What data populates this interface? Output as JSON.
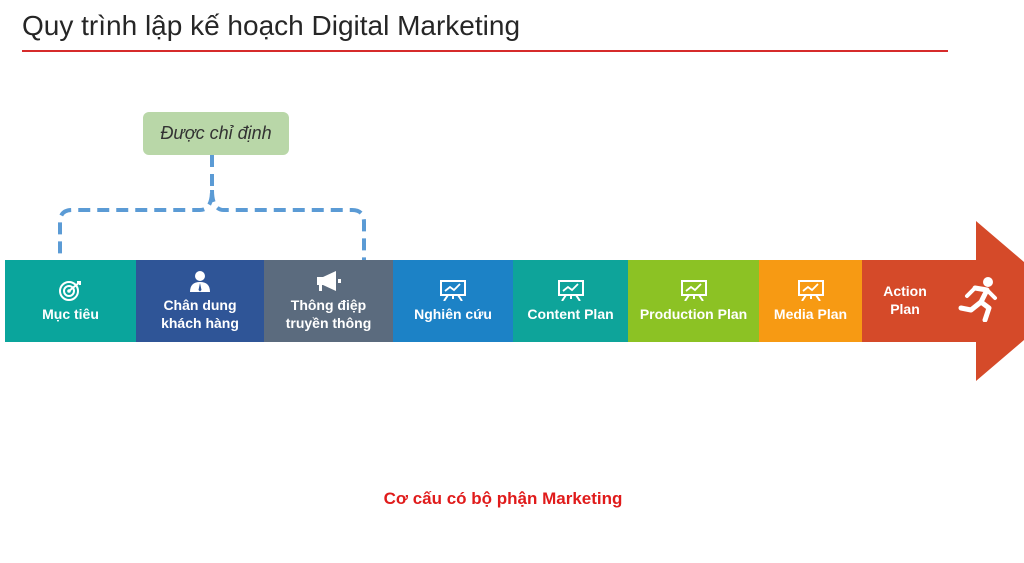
{
  "title": "Quy trình lập kế hoạch Digital Marketing",
  "callout": "Được chỉ định",
  "steps": [
    {
      "label": "Mục tiêu",
      "icon": "target-icon",
      "color": "#0aa59c"
    },
    {
      "label": "Chân dung\nkhách hàng",
      "icon": "person-icon",
      "color": "#2f5597"
    },
    {
      "label": "Thông điệp\ntruyền thông",
      "icon": "megaphone-icon",
      "color": "#5b6b7e"
    },
    {
      "label": "Nghiên cứu",
      "icon": "presentation-icon",
      "color": "#1c82c6"
    },
    {
      "label": "Content Plan",
      "icon": "presentation-icon",
      "color": "#0ea49a"
    },
    {
      "label": "Production Plan",
      "icon": "presentation-icon",
      "color": "#8cc224"
    },
    {
      "label": "Media Plan",
      "icon": "presentation-icon",
      "color": "#f79a13"
    },
    {
      "label": "Action\nPlan",
      "icon": "running-man-icon",
      "color": "#d54a29"
    }
  ],
  "footer": "Cơ cấu có bộ phận Marketing"
}
